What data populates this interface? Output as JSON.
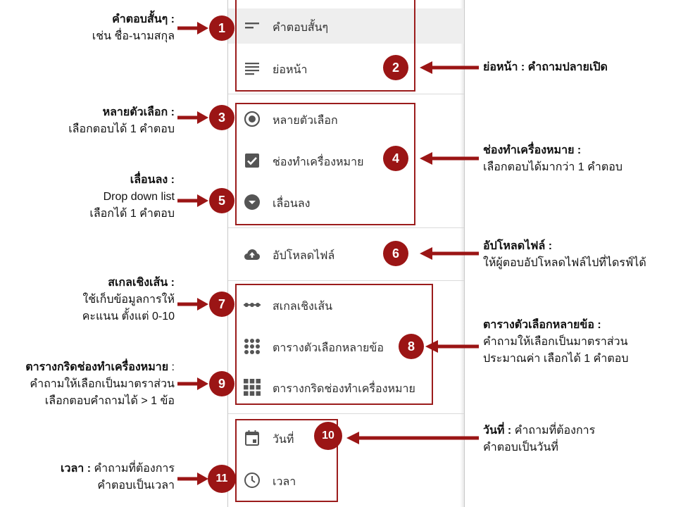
{
  "menu": {
    "items": [
      {
        "key": "short_answer",
        "label": "คำตอบสั้นๆ",
        "icon": "short-text-icon"
      },
      {
        "key": "paragraph",
        "label": "ย่อหน้า",
        "icon": "paragraph-icon"
      },
      {
        "key": "multiple_choice",
        "label": "หลายตัวเลือก",
        "icon": "radio-button-icon"
      },
      {
        "key": "checkboxes",
        "label": "ช่องทำเครื่องหมาย",
        "icon": "checkbox-icon"
      },
      {
        "key": "dropdown",
        "label": "เลื่อนลง",
        "icon": "dropdown-circle-icon"
      },
      {
        "key": "file_upload",
        "label": "อัปโหลดไฟล์",
        "icon": "cloud-upload-icon"
      },
      {
        "key": "linear_scale",
        "label": "สเกลเชิงเส้น",
        "icon": "linear-scale-icon"
      },
      {
        "key": "mc_grid",
        "label": "ตารางตัวเลือกหลายข้อ",
        "icon": "dot-grid-icon"
      },
      {
        "key": "checkbox_grid",
        "label": "ตารางกริดช่องทำเครื่องหมาย",
        "icon": "square-grid-icon"
      },
      {
        "key": "date",
        "label": "วันที่",
        "icon": "calendar-icon"
      },
      {
        "key": "time",
        "label": "เวลา",
        "icon": "clock-icon"
      }
    ]
  },
  "markers": [
    "1",
    "2",
    "3",
    "4",
    "5",
    "6",
    "7",
    "8",
    "9",
    "10",
    "11"
  ],
  "annotations": {
    "a1": {
      "title": "คำตอบสั้นๆ :",
      "lines": [
        "เช่น ชื่อ-นามสกุล"
      ]
    },
    "a2": {
      "title": "ย่อหน้า :",
      "rest": " คำถามปลายเปิด"
    },
    "a3": {
      "title": "หลายตัวเลือก :",
      "lines": [
        "เลือกตอบได้ 1 คำตอบ"
      ]
    },
    "a4": {
      "title": "ช่องทำเครื่องหมาย :",
      "lines": [
        "เลือกตอบได้มากว่า 1 คำตอบ"
      ]
    },
    "a5": {
      "title": "เลื่อนลง :",
      "lines": [
        "Drop down list",
        "เลือกได้ 1 คำตอบ"
      ]
    },
    "a6": {
      "title": "อัปโหลดไฟล์ :",
      "lines": [
        "ให้ผู้ตอบอัปโหลดไฟล์ไปที่ไดรฟ์ได้"
      ]
    },
    "a7": {
      "title": "สเกลเชิงเส้น :",
      "lines": [
        "ใช้เก็บข้อมูลการให้",
        "คะแนน ตั้งแต่ 0-10"
      ]
    },
    "a8": {
      "title": "ตารางตัวเลือกหลายข้อ :",
      "lines": [
        "คำถามให้เลือกเป็นมาตราส่วน",
        "ประมาณค่า เลือกได้ 1 คำตอบ"
      ]
    },
    "a9": {
      "title": "ตารางกริดช่องทำเครื่องหมาย",
      "rest": " :",
      "lines": [
        "คำถามให้เลือกเป็นมาตราส่วน",
        "เลือกตอบคำถามได้ > 1 ข้อ"
      ]
    },
    "a10": {
      "title": "วันที่ :",
      "rest": " คำถามที่ต้องการ",
      "lines": [
        "คำตอบเป็นวันที่"
      ]
    },
    "a11": {
      "title": "เวลา :",
      "rest": " คำถามที่ต้องการ",
      "lines": [
        "คำตอบเป็นเวลา"
      ]
    }
  },
  "colors": {
    "accent": "#9b1515",
    "icon": "#555555",
    "highlight": "#eeeeee"
  }
}
